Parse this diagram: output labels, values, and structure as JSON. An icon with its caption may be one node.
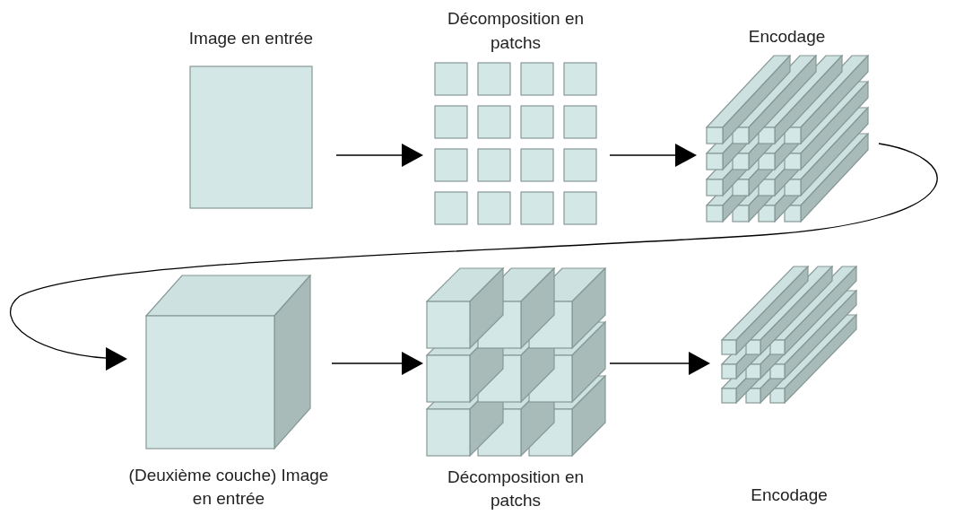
{
  "diagram": {
    "nodes": [
      {
        "text": [
          "Image en entrée"
        ]
      },
      {
        "text": [
          "Décomposition en patchs"
        ]
      },
      {
        "text": [
          "Encodage"
        ]
      },
      {
        "text": [
          "(Deuxième couche) Image en entrée"
        ]
      },
      {
        "text": [
          "Décomposition en patchs"
        ]
      },
      {
        "text": [
          "Encodage"
        ]
      }
    ],
    "edges": [
      {
        "from": 0,
        "to": 1,
        "arrow": "to"
      },
      {
        "from": 1,
        "to": 2,
        "arrow": "to"
      },
      {
        "from": 2,
        "to": 3,
        "arrow": "to"
      },
      {
        "from": 3,
        "to": 4,
        "arrow": "to"
      },
      {
        "from": 4,
        "to": 5,
        "arrow": "to"
      }
    ]
  }
}
